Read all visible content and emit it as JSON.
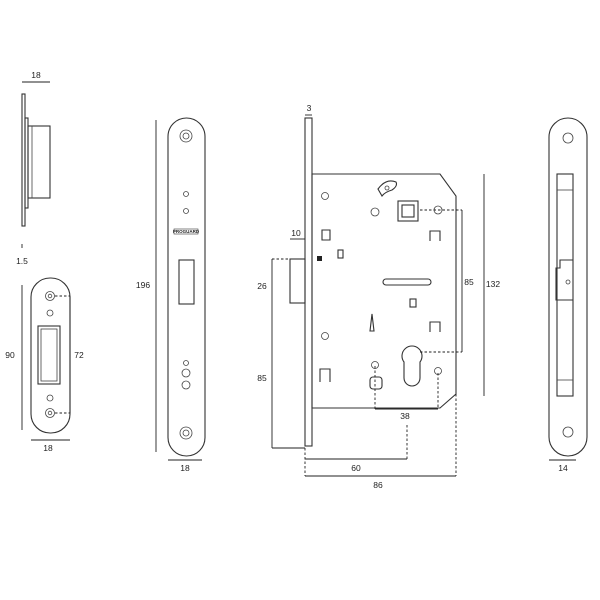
{
  "dimensions": {
    "strike_side_thickness": "18",
    "strike_lip": "1.5",
    "strike_height": "90",
    "strike_hole_spacing": "72",
    "strike_width": "18",
    "faceplate_height": "196",
    "faceplate_width": "18",
    "faceplate_thickness": "3",
    "latch_projection": "10",
    "latch_height": "26",
    "lower_offset": "85",
    "spindle_to_cylinder": "85",
    "case_height": "132",
    "cylinder_hole_spacing": "38",
    "backset": "60",
    "case_depth": "86",
    "faceplate_side_width": "14"
  },
  "labels": {
    "brand_stamp": "PROGUARD"
  },
  "colors": {
    "line": "#333333",
    "text": "#222222",
    "background": "#ffffff"
  }
}
